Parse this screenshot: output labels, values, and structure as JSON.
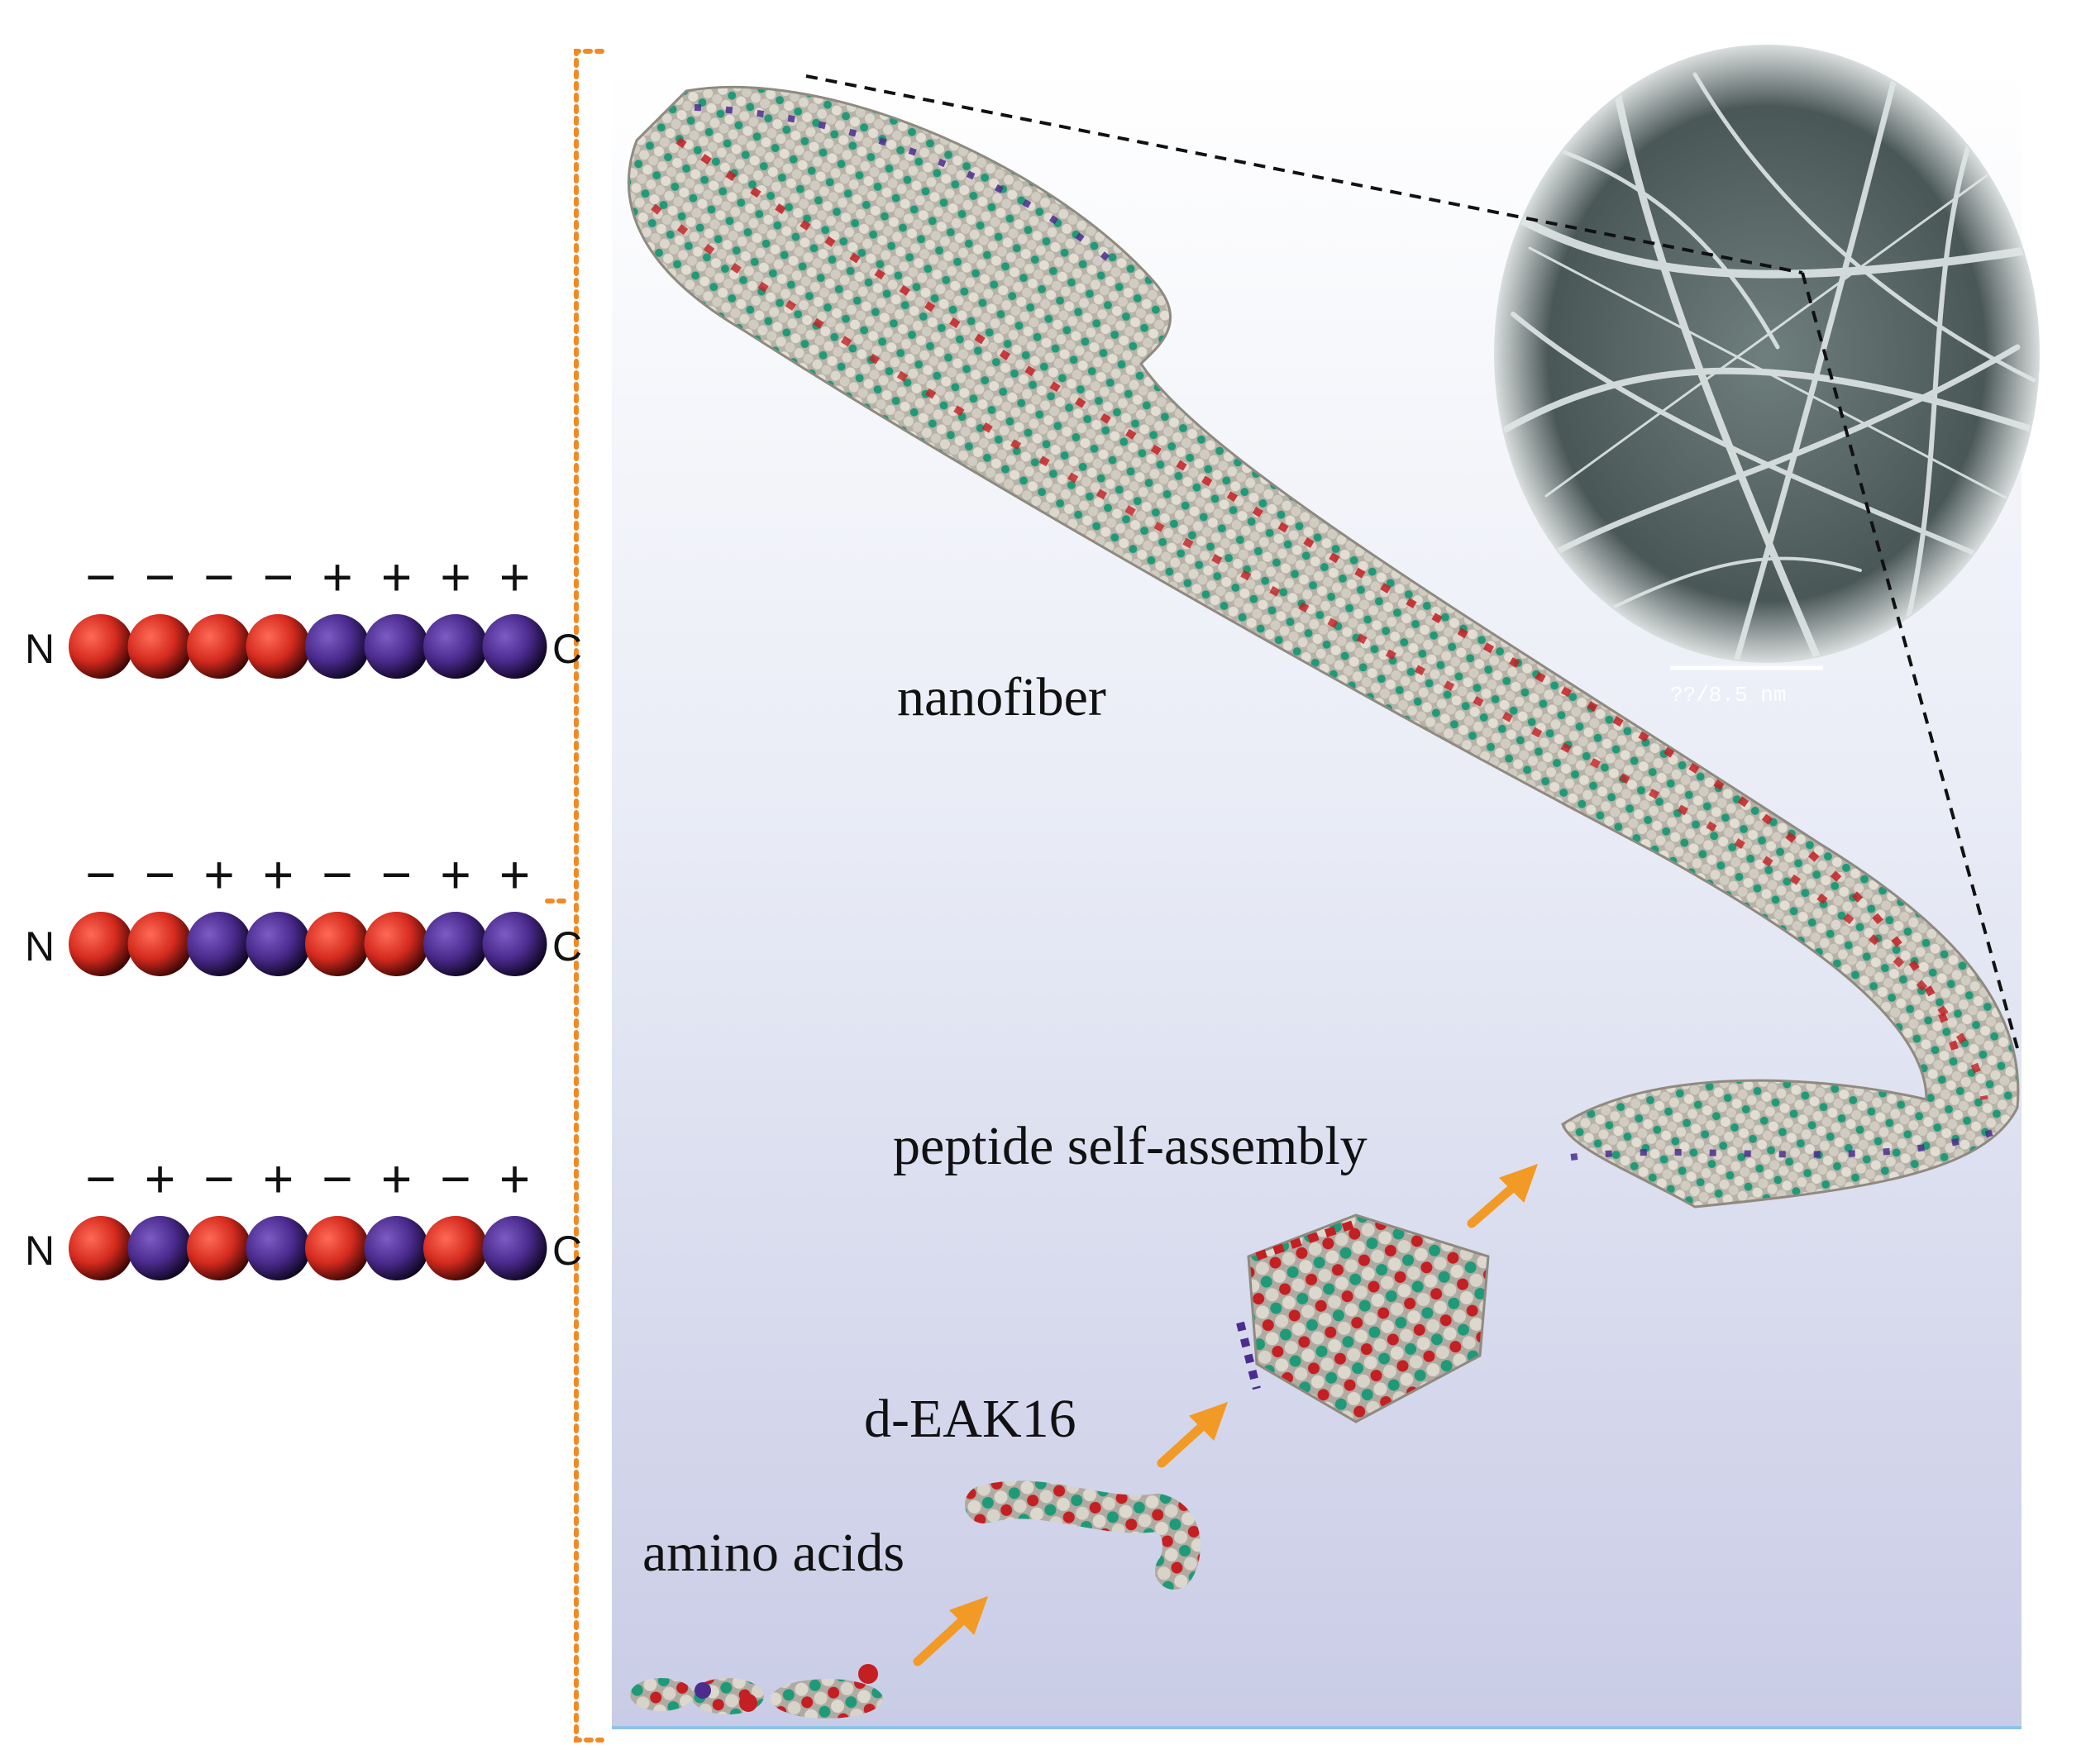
{
  "labels": {
    "nanofiber": "nanofiber",
    "assembly": "peptide self-assembly",
    "peptide": "d-EAK16",
    "amino": "amino acids",
    "scale_bar": "??/8.5 nm"
  },
  "sequences": [
    {
      "n": "N",
      "c": "C",
      "charges": [
        "-",
        "-",
        "-",
        "-",
        "+",
        "+",
        "+",
        "+"
      ]
    },
    {
      "n": "N",
      "c": "C",
      "charges": [
        "-",
        "-",
        "+",
        "+",
        "-",
        "-",
        "+",
        "+"
      ]
    },
    {
      "n": "N",
      "c": "C",
      "charges": [
        "-",
        "+",
        "-",
        "+",
        "-",
        "+",
        "-",
        "+"
      ]
    }
  ],
  "colors": {
    "negative_bead": "#d42a1e",
    "positive_bead": "#4a2a8c",
    "bracket": "#f08a24",
    "arrow": "#f29a26",
    "panel_top": "#ffffff",
    "panel_bottom": "#cfd2ea",
    "baseline": "#8fc3e6",
    "atom_grey": "#cfcac1",
    "atom_green": "#1f9a78",
    "atom_red": "#c41f22",
    "atom_blue": "#4a2d8f"
  }
}
